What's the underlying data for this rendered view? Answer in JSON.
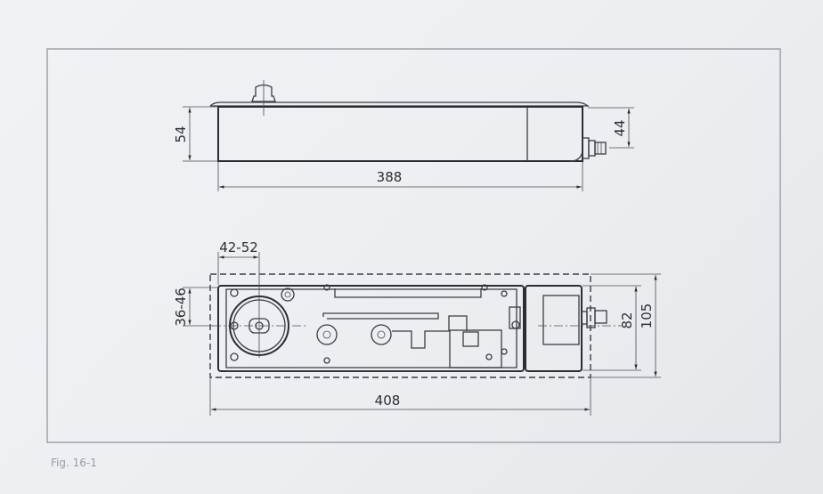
{
  "figure": {
    "caption": "Fig. 16-1",
    "side_view": {
      "length_label": "388",
      "height_label": "54",
      "connector_height_label": "44"
    },
    "plan_view": {
      "overall_length_label": "408",
      "spindle_offset_label": "42-52",
      "spindle_lateral_label": "36-46",
      "body_width_label": "82",
      "overall_width_label": "105"
    }
  }
}
